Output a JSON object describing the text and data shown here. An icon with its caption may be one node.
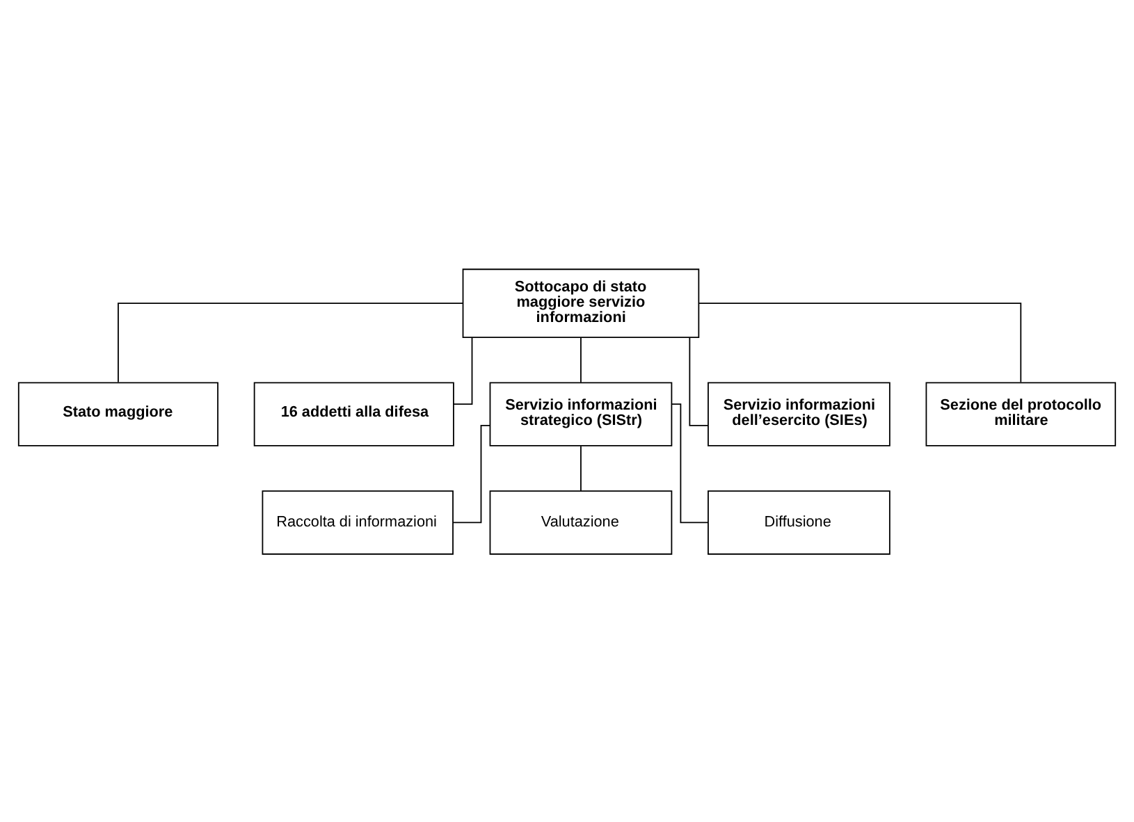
{
  "diagram": {
    "nodes": [
      {
        "text": [
          "Sottocapo di stato maggiore servizio informazioni"
        ]
      },
      {
        "text": [
          "Stato maggiore"
        ]
      },
      {
        "text": [
          "16 addetti alla difesa"
        ]
      },
      {
        "text": [
          "Servizio informazioni strategico (SIStr)"
        ]
      },
      {
        "text": [
          "Servizio informazioni dell’esercito (SIEs)"
        ]
      },
      {
        "text": [
          "Sezione del protocollo militare"
        ]
      },
      {
        "text": [
          "Raccolta di informazioni"
        ]
      },
      {
        "text": [
          "Valutazione"
        ]
      },
      {
        "text": [
          "Diffusione"
        ]
      }
    ],
    "edges": [
      {
        "from": 0,
        "to": 1,
        "arrow": "none"
      },
      {
        "from": 0,
        "to": 2,
        "arrow": "none"
      },
      {
        "from": 0,
        "to": 3,
        "arrow": "none"
      },
      {
        "from": 0,
        "to": 4,
        "arrow": "none"
      },
      {
        "from": 0,
        "to": 5,
        "arrow": "none"
      },
      {
        "from": 3,
        "to": 6,
        "arrow": "none"
      },
      {
        "from": 3,
        "to": 7,
        "arrow": "none"
      },
      {
        "from": 3,
        "to": 8,
        "arrow": "none"
      }
    ]
  }
}
